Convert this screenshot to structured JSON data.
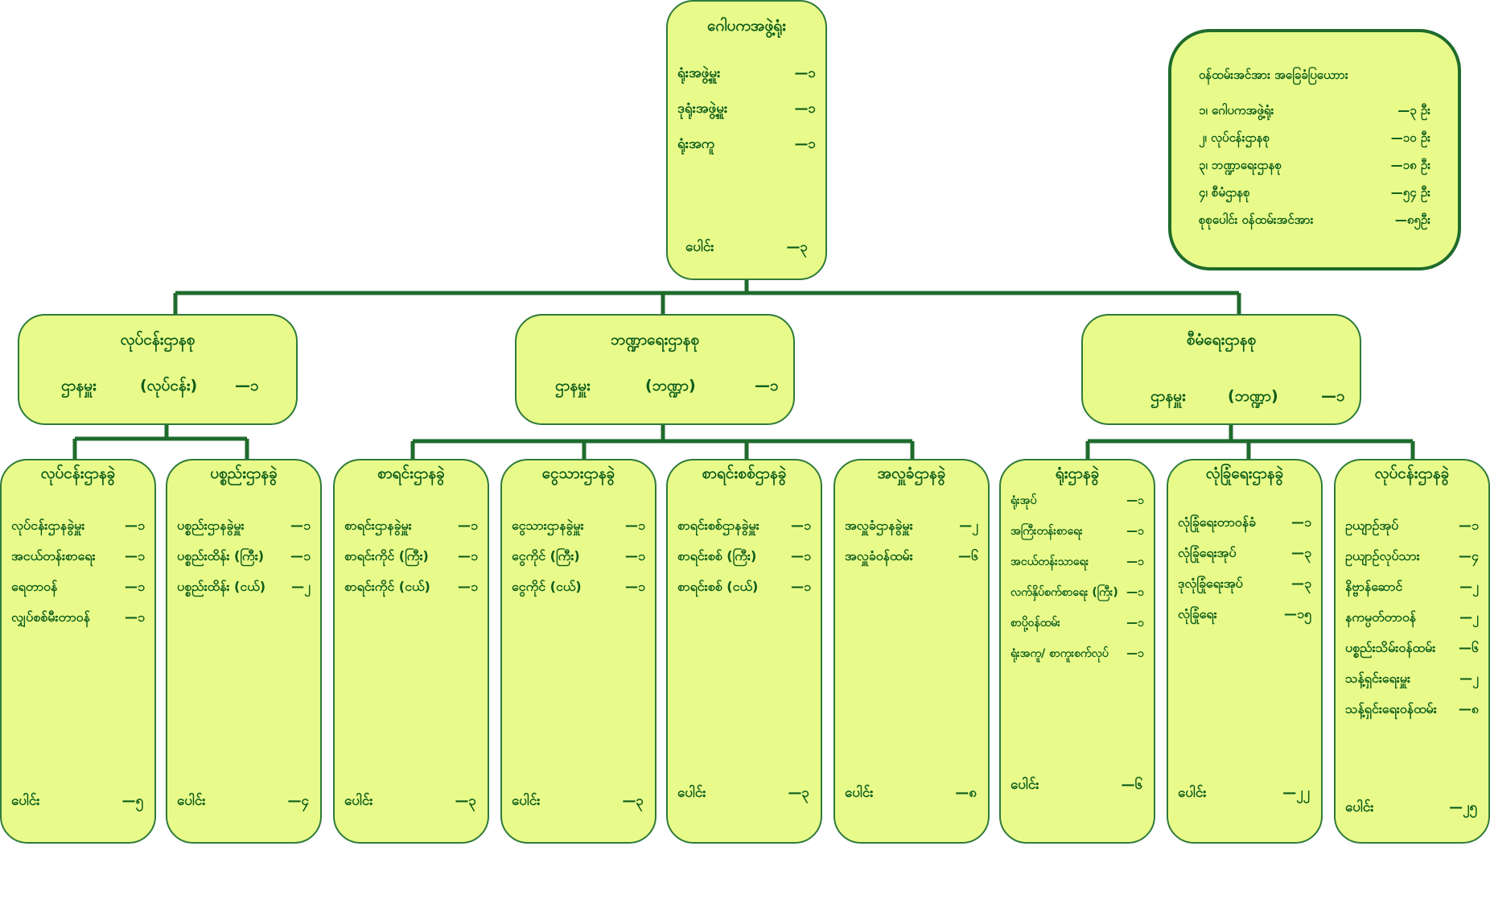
{
  "colors": {
    "box_fill": "#e8fb8a",
    "box_border": "#2f7a3a",
    "line": "#1f6b2c",
    "text": "#0d5c1a"
  },
  "top": {
    "title": "ဂေါပကအဖွဲ့ရုံး",
    "rows": [
      {
        "label": "ရုံးအဖွဲ့မှူး",
        "value": "—၁"
      },
      {
        "label": "ဒုရုံးအဖွဲ့မှူး",
        "value": "—၁"
      },
      {
        "label": "ရုံးအကူ",
        "value": "—၁"
      }
    ],
    "total_label": "ပေါင်း",
    "total_value": "—၃"
  },
  "legend": {
    "title": "ဝန်ထမ်းအင်အား အခြေခံပြယောား",
    "rows": [
      {
        "label": "၁၊ ဂေါပကအဖွဲ့ရုံး",
        "value": "—၃ ဦး"
      },
      {
        "label": "၂၊ လုပ်ငန်းဌာနစု",
        "value": "—၁၀ ဦး"
      },
      {
        "label": "၃၊ ဘဏ္ဍာရေးဌာနစု",
        "value": "—၁၈ ဦး"
      },
      {
        "label": "၄၊ စီမံဌာနစု",
        "value": "—၅၄ ဦး"
      },
      {
        "label": "စုစုပေါင်း ဝန်ထမ်းအင်အား",
        "value": "—၈၅ဦး"
      }
    ]
  },
  "groups": [
    {
      "title": "လုပ်ငန်းဌာနစု",
      "head": "ဌာနမှူး",
      "paren": "(လုပ်ငန်း)",
      "value": "—၁"
    },
    {
      "title": "ဘဏ္ဍာရေးဌာနစု",
      "head": "ဌာနမှူး",
      "paren": "(ဘဏ္ဍာ)",
      "value": "—၁"
    },
    {
      "title": "စီမံရေးဌာနစု",
      "head": "ဌာနမှူး",
      "paren": "(ဘဏ္ဍာ)",
      "value": "—၁"
    }
  ],
  "sections": [
    {
      "title": "လုပ်ငန်းဌာနခွဲ",
      "rows": [
        {
          "label": "လုပ်ငန်းဌာနခွဲမှူး",
          "value": "—၁"
        },
        {
          "label": "အငယ်တန်းစာရေး",
          "value": "—၁"
        },
        {
          "label": "ရေတာဝန်",
          "value": "—၁"
        },
        {
          "label": "လျှပ်စစ်မီးတာဝန်",
          "value": "—၁"
        }
      ],
      "total_label": "ပေါင်း",
      "total_value": "—၅"
    },
    {
      "title": "ပစ္စည်းဌာနခွဲ",
      "rows": [
        {
          "label": "ပစ္စည်းဌာနခွဲမှူး",
          "value": "—၁"
        },
        {
          "label": "ပစ္စည်းထိန်း (ကြီး)",
          "value": "—၁"
        },
        {
          "label": "ပစ္စည်းထိန်း (ငယ်)",
          "value": "—၂"
        }
      ],
      "total_label": "ပေါင်း",
      "total_value": "—၄"
    },
    {
      "title": "စာရင်းဌာနခွဲ",
      "rows": [
        {
          "label": "စာရင်းဌာနခွဲမှူး",
          "value": "—၁"
        },
        {
          "label": "စာရင်းကိုင် (ကြီး)",
          "value": "—၁"
        },
        {
          "label": "စာရင်းကိုင် (ငယ်)",
          "value": "—၁"
        }
      ],
      "total_label": "ပေါင်း",
      "total_value": "—၃"
    },
    {
      "title": "ငွေသားဌာနခွဲ",
      "rows": [
        {
          "label": "ငွေသားဌာနခွဲမှူး",
          "value": "—၁"
        },
        {
          "label": "ငွေကိုင် (ကြီး)",
          "value": "—၁"
        },
        {
          "label": "ငွေကိုင် (ငယ်)",
          "value": "—၁"
        }
      ],
      "total_label": "ပေါင်း",
      "total_value": "—၃"
    },
    {
      "title": "စာရင်းစစ်ဌာနခွဲ",
      "rows": [
        {
          "label": "စာရင်းစစ်ဌာနခွဲမှူး",
          "value": "—၁"
        },
        {
          "label": "စာရင်းစစ် (ကြီး)",
          "value": "—၁"
        },
        {
          "label": "စာရင်းစစ် (ငယ်)",
          "value": "—၁"
        }
      ],
      "total_label": "ပေါင်း",
      "total_value": "—၃"
    },
    {
      "title": "အလှူခံဌာနခွဲ",
      "rows": [
        {
          "label": "အလှူခံဌာနခွဲမှူး",
          "value": "—၂"
        },
        {
          "label": "အလှူခံဝန်ထမ်း",
          "value": "—၆"
        }
      ],
      "total_label": "ပေါင်း",
      "total_value": "—၈"
    },
    {
      "title": "ရုံးဌာနခွဲ",
      "rows": [
        {
          "label": "ရုံးအုပ်",
          "value": "—၁"
        },
        {
          "label": "အကြီးတန်းစာရေး",
          "value": "—၁"
        },
        {
          "label": "အငယ်တန်းသာရေး",
          "value": "—၁"
        },
        {
          "label": "လက်နှိပ်စက်စာရေး (ကြီး)",
          "value": "—၁"
        },
        {
          "label": "စာပို့ဝန်ထမ်း",
          "value": "—၁"
        },
        {
          "label": "ရုံးအကူ/ စာကူးစက်လုပ်",
          "value": "—၁"
        }
      ],
      "total_label": "ပေါင်း",
      "total_value": "—၆"
    },
    {
      "title": "လုံခြုံရေးဌာနခွဲ",
      "rows": [
        {
          "label": "လုံခြုံရေးတာဝန်ခံ",
          "value": "—၁"
        },
        {
          "label": "လုံခြုံရေးအုပ်",
          "value": "—၃"
        },
        {
          "label": "ဒုလုံခြုံရေးအုပ်",
          "value": "—၃"
        },
        {
          "label": "လုံခြုံရေး",
          "value": "—၁၅"
        }
      ],
      "total_label": "ပေါင်း",
      "total_value": "—၂၂"
    },
    {
      "title": "လုပ်ငန်းဌာနခွဲ",
      "rows": [
        {
          "label": "ဥယျာဉ်အုပ်",
          "value": "—၁"
        },
        {
          "label": "ဥယျာဉ်လုပ်သား",
          "value": "—၄"
        },
        {
          "label": "နိဗ္ဗာန်ဆောင်",
          "value": "—၂"
        },
        {
          "label": "နကမ္ပတ်တာဝန်",
          "value": "—၂"
        },
        {
          "label": "ပစ္စည်းသိမ်းဝန်ထမ်း",
          "value": "—၆"
        },
        {
          "label": "သန့်ရှင်းရေးမှူး",
          "value": "—၂"
        },
        {
          "label": "သန့်ရှင်းရေးဝန်ထမ်း",
          "value": "—၈"
        }
      ],
      "total_label": "ပေါင်း",
      "total_value": "—၂၅"
    }
  ]
}
